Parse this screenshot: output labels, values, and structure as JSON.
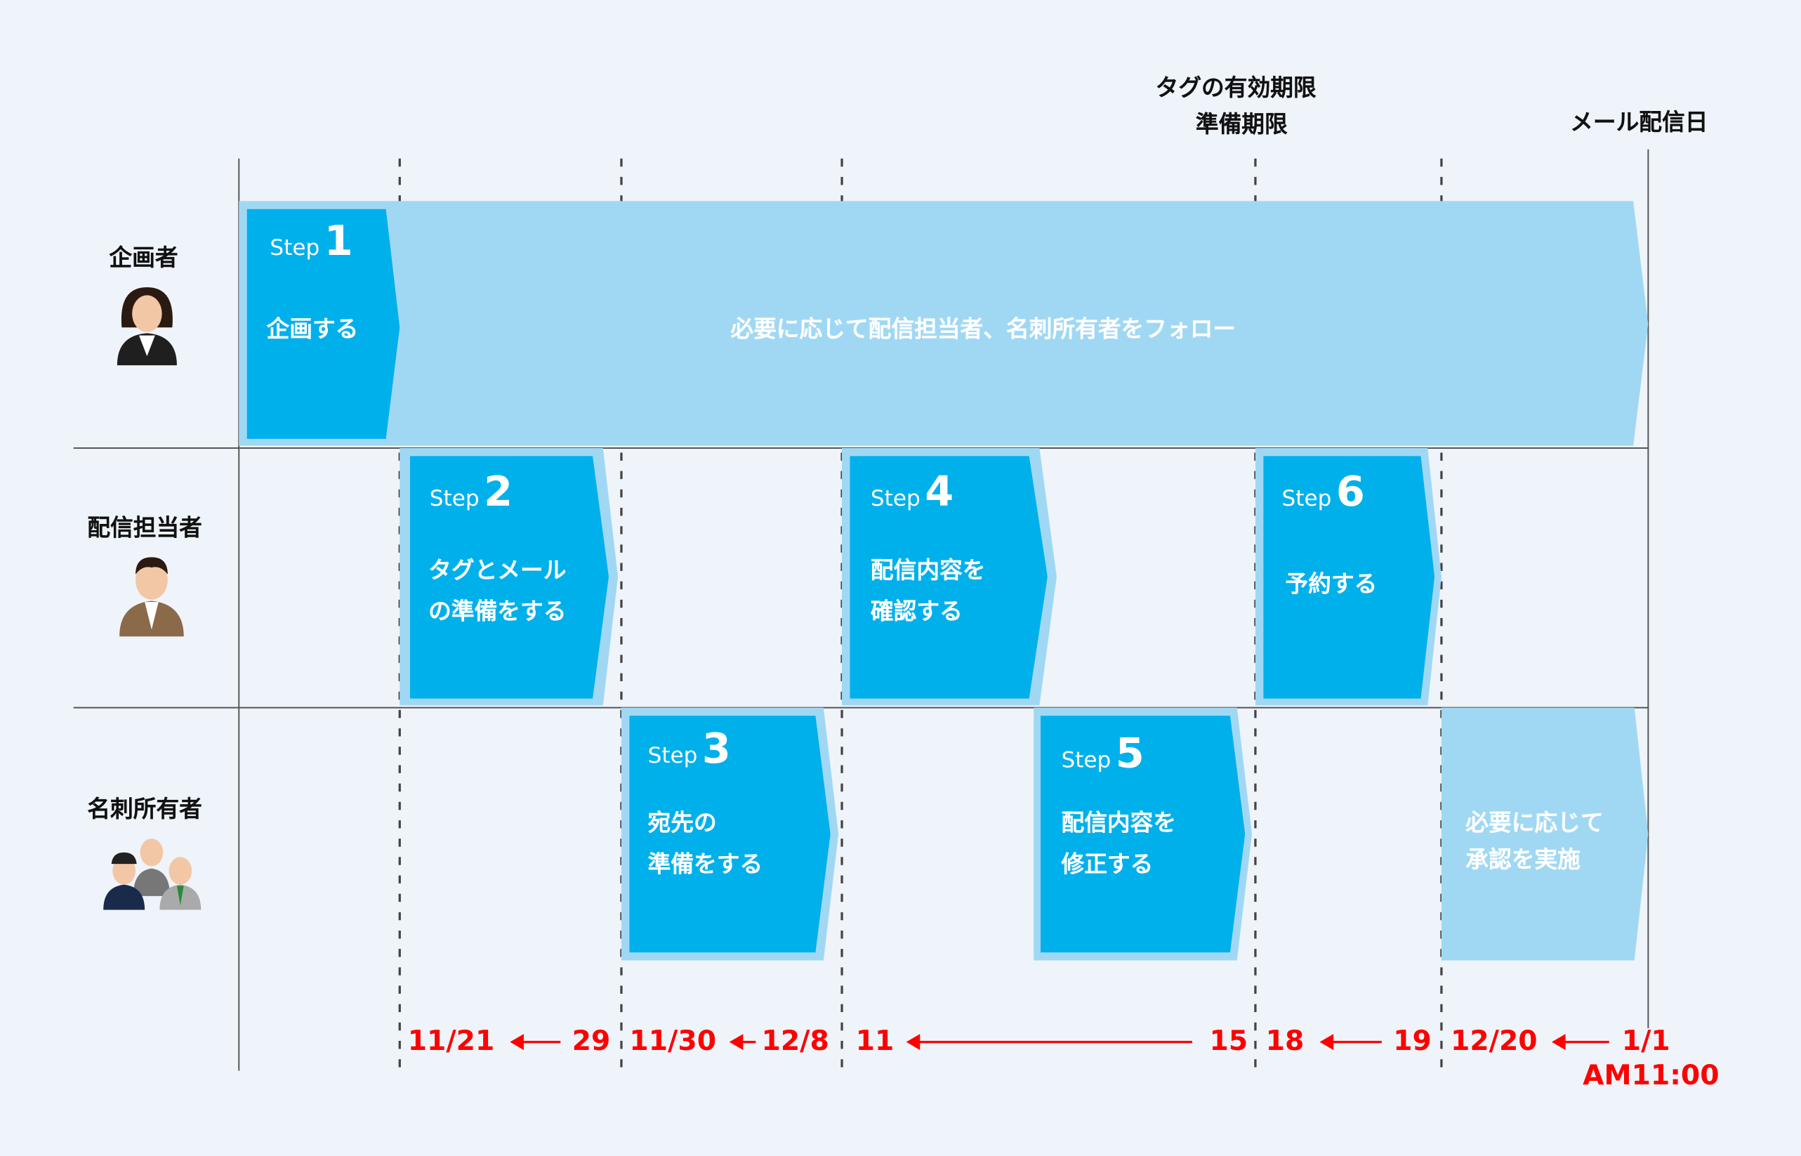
{
  "header": {
    "tag_deadline": "タグの有効期限",
    "prep_deadline": "準備期限",
    "mail_date": "メール配信日"
  },
  "roles": [
    {
      "label": "企画者",
      "icon": "woman-icon"
    },
    {
      "label": "配信担当者",
      "icon": "man-icon"
    },
    {
      "label": "名刺所有者",
      "icon": "group-icon"
    }
  ],
  "steps": [
    {
      "step_word": "Step",
      "number": "1",
      "lines": [
        "企画する"
      ]
    },
    {
      "step_word": "Step",
      "number": "2",
      "lines": [
        "タグとメール",
        "の準備をする"
      ]
    },
    {
      "step_word": "Step",
      "number": "3",
      "lines": [
        "宛先の",
        "準備をする"
      ]
    },
    {
      "step_word": "Step",
      "number": "4",
      "lines": [
        "配信内容を",
        "確認する"
      ]
    },
    {
      "step_word": "Step",
      "number": "5",
      "lines": [
        "配信内容を",
        "修正する"
      ]
    },
    {
      "step_word": "Step",
      "number": "6",
      "lines": [
        "予約する"
      ]
    }
  ],
  "follow_text": "必要に応じて配信担当者、名刺所有者をフォロー",
  "approval_lines": [
    "必要に応じて",
    "承認を実施"
  ],
  "dates": {
    "d1": "11/21",
    "d2": "29",
    "d3": "11/30",
    "d4": "12/8",
    "d5": "11",
    "d6": "15",
    "d7": "18",
    "d8": "19",
    "d9": "12/20",
    "d10": "1/1",
    "time": "AM11:00"
  },
  "colors": {
    "dark": "#00b0eb",
    "light": "#a0d8f4",
    "date": "#ff0000"
  }
}
